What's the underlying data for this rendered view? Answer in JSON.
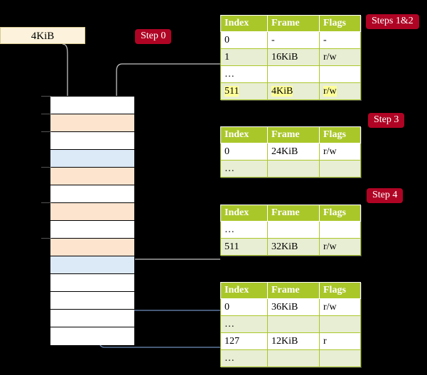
{
  "diagram": {
    "title_box": {
      "label": "4KiB"
    },
    "step_badges": [
      {
        "id": "step0",
        "label": "Step 0"
      },
      {
        "id": "step12",
        "label": "Steps 1&2"
      },
      {
        "id": "step3",
        "label": "Step 3"
      },
      {
        "id": "step4",
        "label": "Step 4"
      }
    ],
    "colors": {
      "background": "#000000",
      "badge": "#b00424",
      "table_header": "#aac72a",
      "table_alt_row": "#e8eed3",
      "highlight": "#ffff99",
      "memory_orange": "#fce4cf",
      "memory_blue": "#dce9f7",
      "label_box": "#fdf3dc",
      "gray_arrow": "#c8c8c8",
      "blue_arrow": "#6688bb"
    },
    "memory": {
      "name": "physical-memory",
      "rows": [
        {
          "fill": "white"
        },
        {
          "fill": "orange"
        },
        {
          "fill": "white"
        },
        {
          "fill": "blue"
        },
        {
          "fill": "orange"
        },
        {
          "fill": "white"
        },
        {
          "fill": "orange"
        },
        {
          "fill": "white"
        },
        {
          "fill": "orange"
        },
        {
          "fill": "blue"
        },
        {
          "fill": "white"
        },
        {
          "fill": "white"
        },
        {
          "fill": "white"
        },
        {
          "fill": "white"
        }
      ]
    },
    "tables": [
      {
        "name": "page-table-level-0",
        "columns": [
          "Index",
          "Frame",
          "Flags"
        ],
        "rows": [
          {
            "alt": false,
            "highlight": false,
            "cells": [
              "0",
              "-",
              "-"
            ]
          },
          {
            "alt": true,
            "highlight": false,
            "cells": [
              "1",
              "16KiB",
              "r/w"
            ]
          },
          {
            "alt": false,
            "highlight": false,
            "cells": [
              "…",
              "",
              ""
            ]
          },
          {
            "alt": true,
            "highlight": true,
            "cells": [
              "511",
              "4KiB",
              "r/w"
            ]
          }
        ]
      },
      {
        "name": "page-table-level-1",
        "columns": [
          "Index",
          "Frame",
          "Flags"
        ],
        "rows": [
          {
            "alt": false,
            "highlight": false,
            "cells": [
              "0",
              "24KiB",
              "r/w"
            ]
          },
          {
            "alt": true,
            "highlight": false,
            "cells": [
              "…",
              "",
              ""
            ]
          }
        ]
      },
      {
        "name": "page-table-level-2",
        "columns": [
          "Index",
          "Frame",
          "Flags"
        ],
        "rows": [
          {
            "alt": false,
            "highlight": false,
            "cells": [
              "…",
              "",
              ""
            ]
          },
          {
            "alt": true,
            "highlight": false,
            "cells": [
              "511",
              "32KiB",
              "r/w"
            ]
          }
        ]
      },
      {
        "name": "page-table-level-3",
        "columns": [
          "Index",
          "Frame",
          "Flags"
        ],
        "rows": [
          {
            "alt": false,
            "highlight": false,
            "cells": [
              "0",
              "36KiB",
              "r/w"
            ]
          },
          {
            "alt": true,
            "highlight": false,
            "cells": [
              "…",
              "",
              ""
            ]
          },
          {
            "alt": false,
            "highlight": false,
            "cells": [
              "127",
              "12KiB",
              "r"
            ]
          },
          {
            "alt": true,
            "highlight": false,
            "cells": [
              "…",
              "",
              ""
            ]
          }
        ]
      }
    ]
  }
}
